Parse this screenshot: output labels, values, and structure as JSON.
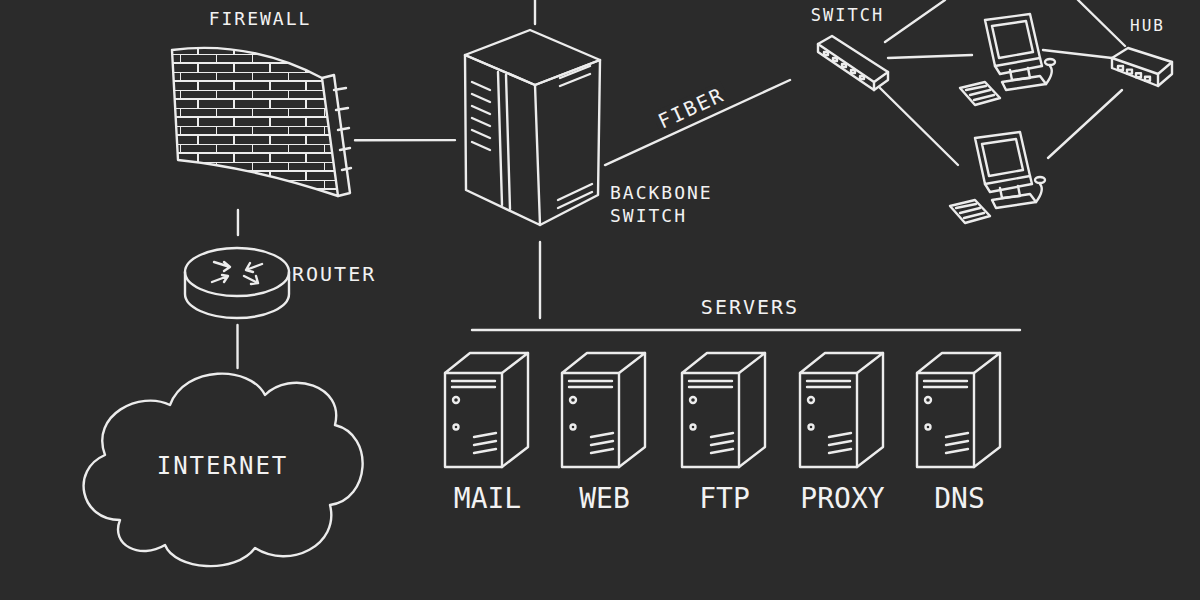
{
  "diagram": {
    "nodes": [
      {
        "text": [
          "FIREWALL"
        ]
      },
      {
        "text": [
          "BACKBONE SWITCH"
        ]
      },
      {
        "text": [
          "SWITCH"
        ]
      },
      {
        "text": [
          "HUB"
        ]
      },
      {
        "text": [
          "ROUTER"
        ]
      },
      {
        "text": [
          "INTERNET"
        ]
      },
      {
        "text": [
          "MAIL"
        ]
      },
      {
        "text": [
          "WEB"
        ]
      },
      {
        "text": [
          "FTP"
        ]
      },
      {
        "text": [
          "PROXY"
        ]
      },
      {
        "text": [
          "DNS"
        ]
      }
    ],
    "edges": [
      {
        "from": 0,
        "to": 1,
        "arrow": "none"
      },
      {
        "from": 0,
        "to": 4,
        "arrow": "none"
      },
      {
        "from": 4,
        "to": 5,
        "arrow": "none"
      },
      {
        "from": 1,
        "to": 2,
        "label": "FIBER",
        "arrow": "none"
      }
    ],
    "labels": [
      "SERVERS"
    ]
  }
}
